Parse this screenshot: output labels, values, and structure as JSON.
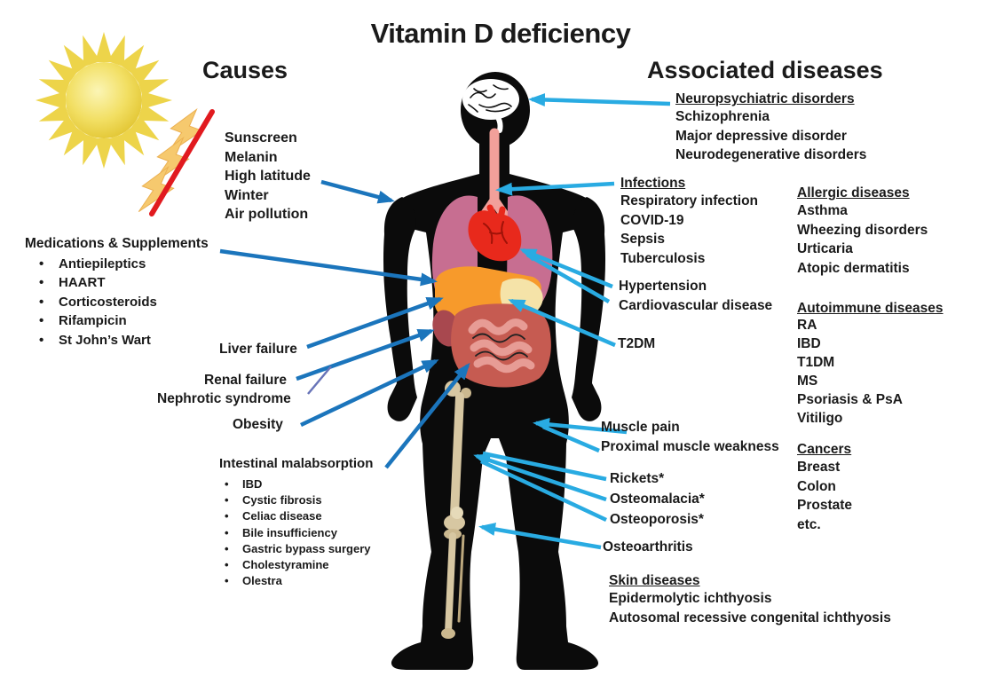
{
  "title": "Vitamin D deficiency",
  "causes": {
    "heading": "Causes",
    "sun_factors": [
      "Sunscreen",
      "Melanin",
      "High latitude",
      "Winter",
      "Air pollution"
    ],
    "medications_heading": "Medications & Supplements",
    "medications": [
      "Antiepileptics",
      "HAART",
      "Corticosteroids",
      "Rifampicin",
      "St John’s Wart"
    ],
    "liver_failure": "Liver failure",
    "renal_failure": "Renal failure",
    "nephrotic_syndrome": "Nephrotic syndrome",
    "obesity": "Obesity",
    "malabsorption_heading": "Intestinal malabsorption",
    "malabsorption": [
      "IBD",
      "Cystic fibrosis",
      "Celiac disease",
      "Bile insufficiency",
      "Gastric bypass surgery",
      "Cholestyramine",
      "Olestra"
    ]
  },
  "diseases": {
    "heading": "Associated diseases",
    "neuropsychiatric_heading": "Neuropsychiatric disorders",
    "neuropsychiatric": [
      "Schizophrenia",
      "Major depressive disorder",
      "Neurodegenerative disorders"
    ],
    "infections_heading": "Infections",
    "infections": [
      "Respiratory infection",
      "COVID-19",
      "Sepsis",
      "Tuberculosis"
    ],
    "hypertension": "Hypertension",
    "cardiovascular": "Cardiovascular disease",
    "t2dm": "T2DM",
    "muscle": [
      "Muscle pain",
      "Proximal muscle weakness"
    ],
    "bone": [
      "Rickets*",
      "Osteomalacia*",
      "Osteoporosis*"
    ],
    "osteoarthritis": "Osteoarthritis",
    "allergic_heading": "Allergic diseases",
    "allergic": [
      "Asthma",
      "Wheezing disorders",
      "Urticaria",
      "Atopic dermatitis"
    ],
    "autoimmune_heading": "Autoimmune diseases",
    "autoimmune": [
      "RA",
      "IBD",
      "T1DM",
      "MS",
      "Psoriasis & PsA",
      "Vitiligo"
    ],
    "cancers_heading": "Cancers",
    "cancers": [
      "Breast",
      "Colon",
      "Prostate",
      "etc."
    ],
    "skin_heading": "Skin diseases",
    "skin": [
      "Epidermolytic ichthyosis",
      "Autosomal recessive congenital ichthyosis"
    ]
  },
  "colors": {
    "arrow_dark": "#1B75BC",
    "arrow_light": "#29ABE2",
    "nephrotic_line": "#6874B8",
    "ban_line": "#E11A1F",
    "sun_core": "#F2DF63",
    "sun_ray": "#EDD44A",
    "bolt": "#F6C96E",
    "body": "#0B0B0B",
    "lungs": "#C76E91",
    "heart": "#E8291C",
    "liver": "#F79A2B",
    "stomach": "#F5E3A8",
    "kidney": "#A8484F",
    "intestine": "#C65B51",
    "intestine_light": "#E79C95",
    "trachea": "#F2A09A",
    "bone": "#D7C7A2"
  }
}
